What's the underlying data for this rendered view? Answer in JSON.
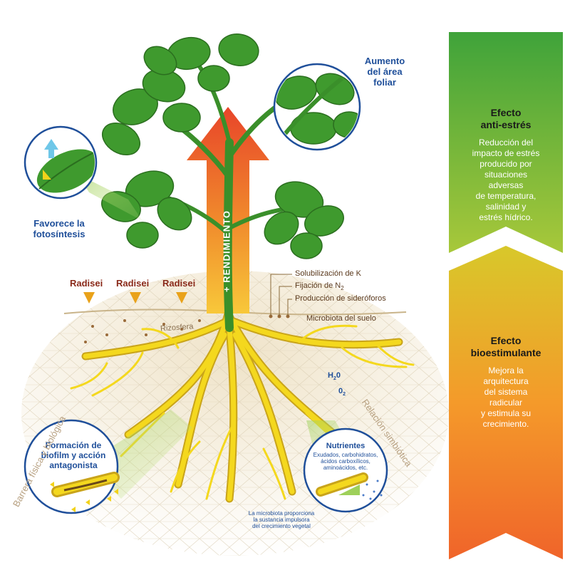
{
  "labels": {
    "leaf_area": "Aumento\ndel área\nfoliar",
    "photosynthesis": "Favorece la\nfotosíntesis",
    "yield": "+ RENDIMIENTO",
    "radisei": "Radisei",
    "rhizosphere": "Rizosfera",
    "soil_microbiota": "Microbiota del suelo",
    "potassium": "Solubilización de K",
    "nitrogen": "Fijación de N",
    "nitrogen_sub": "2",
    "siderophores": "Producción de sideróforos",
    "water": "H",
    "water_sub": "2",
    "water_o": "0",
    "oxygen": "0",
    "oxygen_sub": "2",
    "biofilm": "Formación de\nbiofilm y acción\nantagonista",
    "barrier": "Barrera física y biológica",
    "symbiotic": "Relación simbiótica",
    "nutrients_title": "Nutrientes",
    "nutrients_text": "Exudados, carbohidratos,\nácidos carboxílicos,\naminoácidos, etc.",
    "microbiota_note": "La microbiota proporciona\nla sustancia impulsora\ndel crecimiento vegetal"
  },
  "panels": [
    {
      "title": "Efecto\nanti-estrés",
      "text": "Reducción del\nimpacto de estrés\nproducido por\nsituaciones\nadversas\nde temperatura,\nsalinidad y\nestrés hídrico."
    },
    {
      "title": "Efecto\nbioestimulante",
      "text": "Mejora la\narquitectura\ndel sistema\nradicular\ny estimula su\ncrecimiento."
    }
  ],
  "colors": {
    "leaf": "#3f9a2e",
    "stem": "#3a8f2a",
    "root": "#f2d21a",
    "arrow_top": "#e8462b",
    "arrow_bottom": "#f6b82a",
    "panel_green": "#8cc43c",
    "panel_orange": "#f07e24"
  }
}
